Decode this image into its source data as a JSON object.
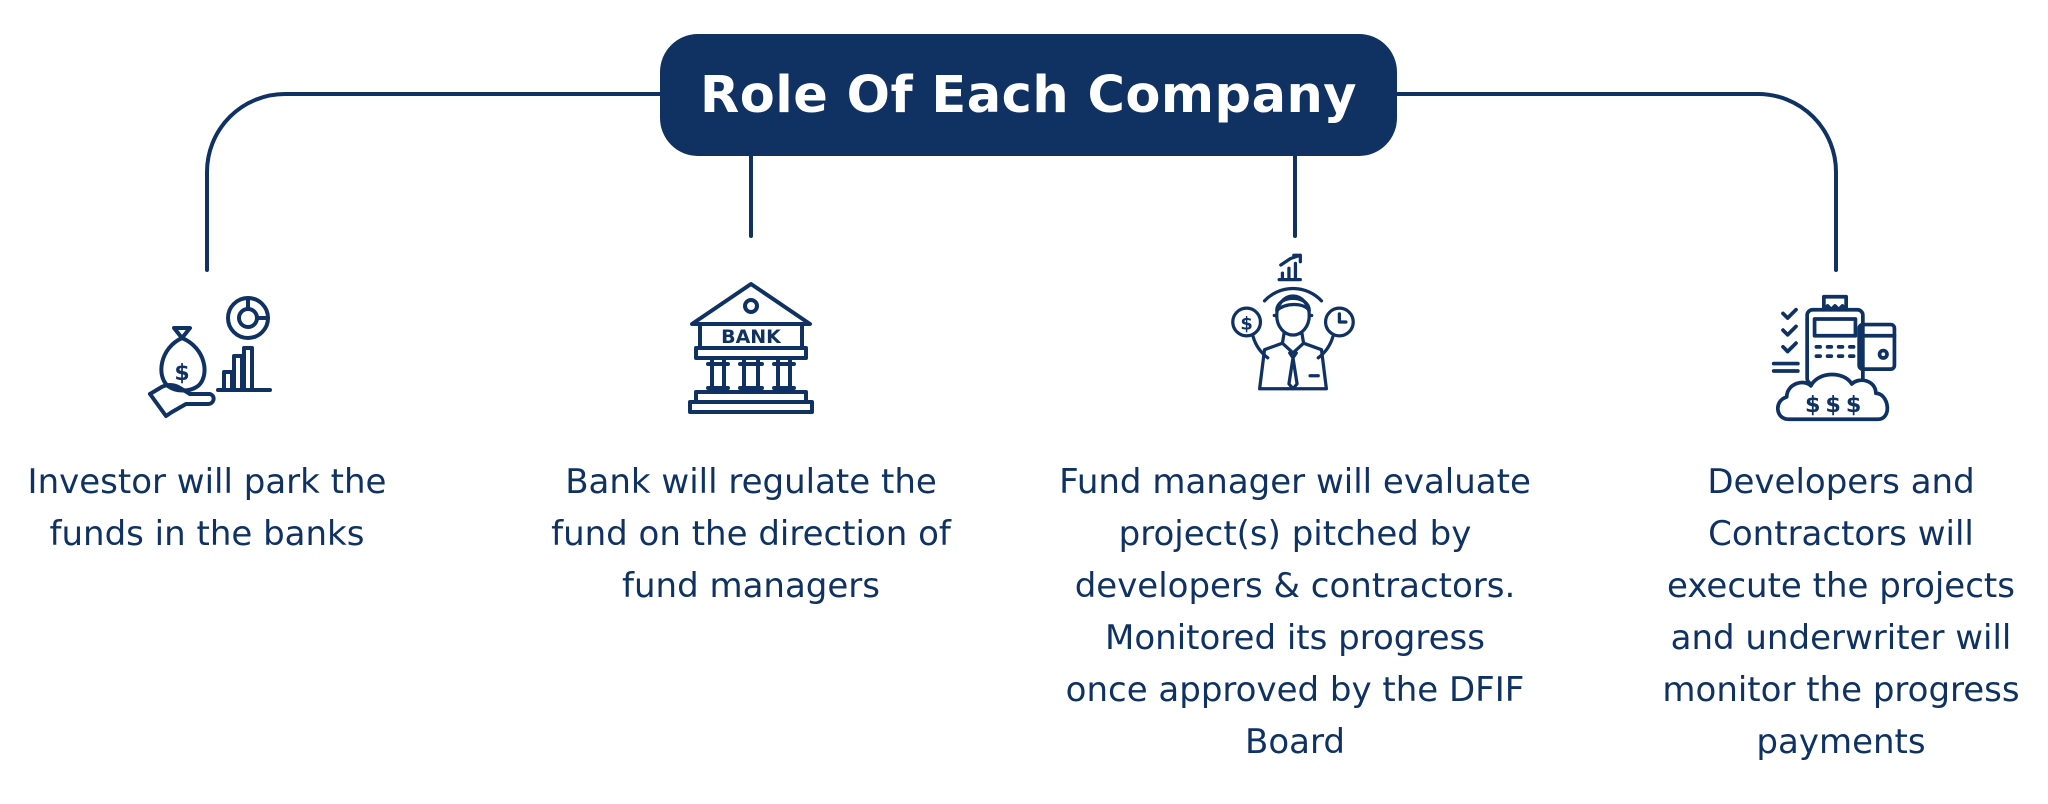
{
  "title": "Role Of Each Company",
  "colors": {
    "primary": "#0f3263",
    "background": "#ffffff",
    "title_text": "#ffffff"
  },
  "roles": [
    {
      "icon": "investor-money-bag-chart-icon",
      "lines": [
        "Investor will park the",
        "funds in the banks"
      ]
    },
    {
      "icon": "bank-building-icon",
      "icon_text": "BANK",
      "lines": [
        "Bank will regulate the",
        "fund on the direction of",
        "fund managers"
      ]
    },
    {
      "icon": "fund-manager-person-icon",
      "lines": [
        "Fund manager will evaluate",
        "project(s) pitched by",
        "developers & contractors.",
        "Monitored its progress",
        "once approved by the DFIF",
        "Board"
      ]
    },
    {
      "icon": "payment-terminal-cloud-icon",
      "lines": [
        "Developers and",
        "Contractors will",
        "execute the projects",
        "and underwriter will",
        "monitor the progress",
        "payments"
      ]
    }
  ]
}
